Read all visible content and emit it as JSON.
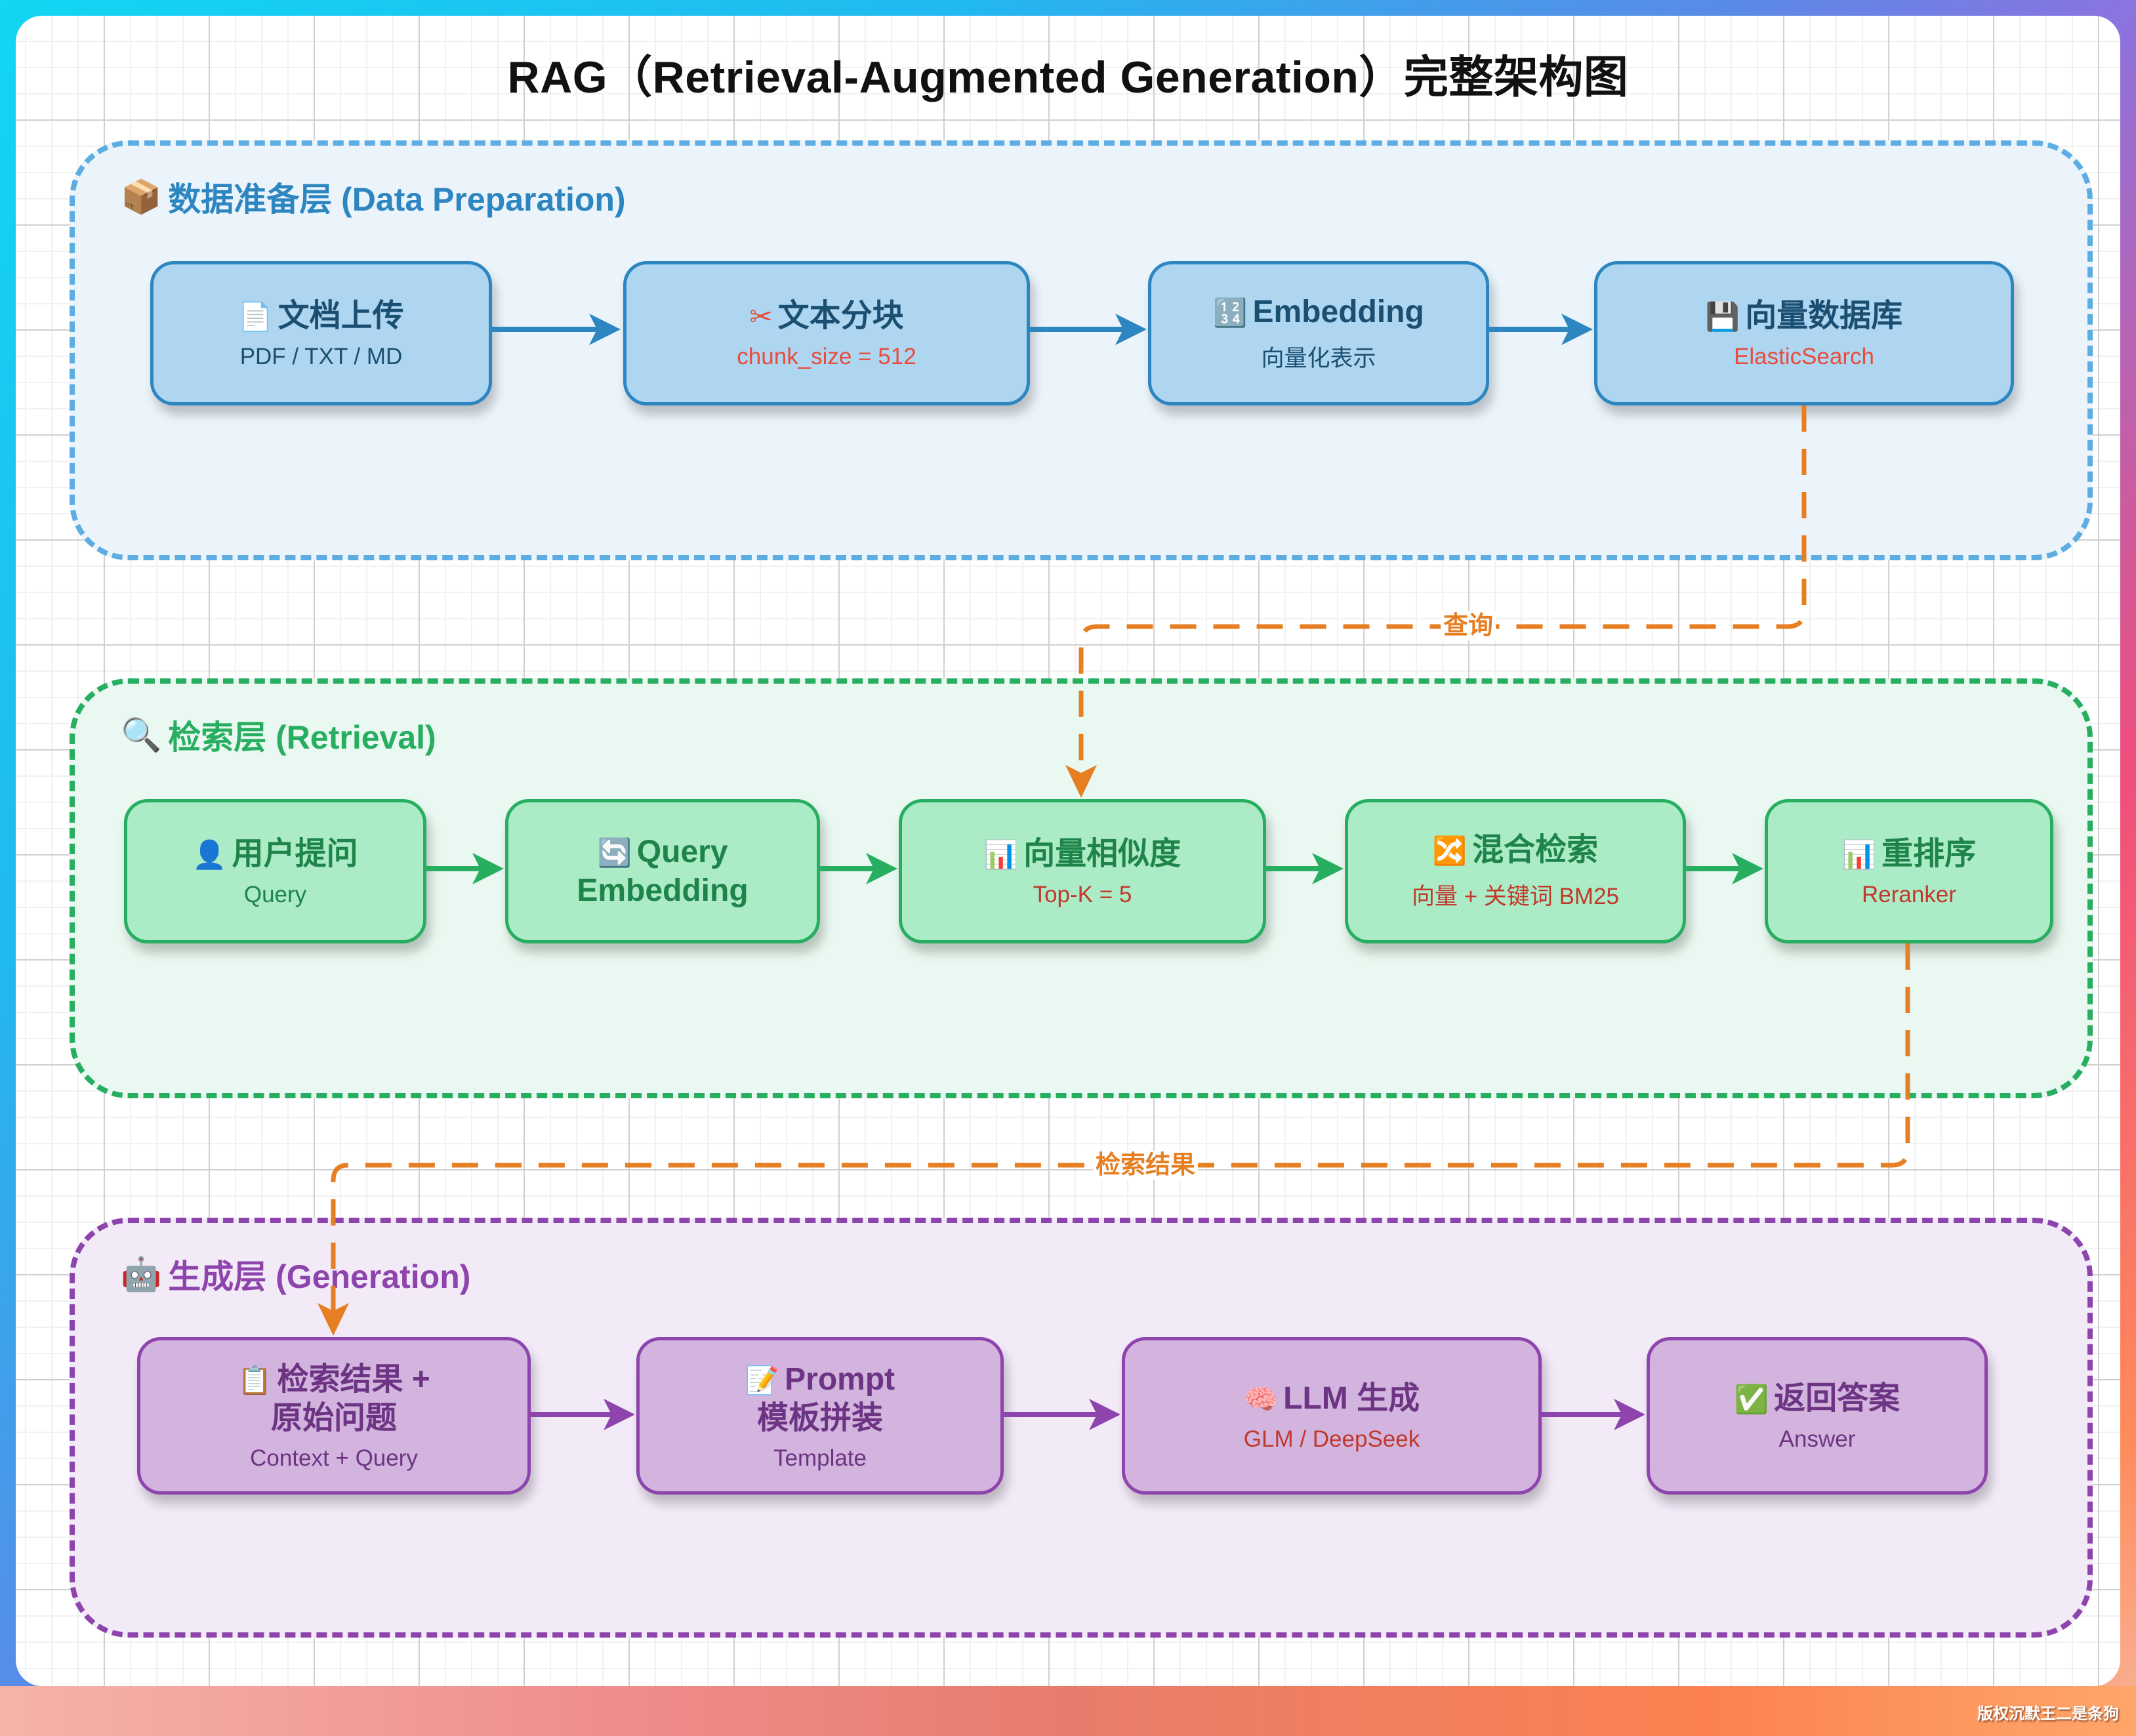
{
  "title": "RAG（Retrieval-Augmented Generation）完整架构图",
  "colors": {
    "data_prep": "#2e86c1",
    "retrieval": "#27ae60",
    "generation": "#8e44ad",
    "cross_flow": "#e67e22",
    "highlight_text": "#e74c3c"
  },
  "layers": [
    {
      "id": "data_prep",
      "icon": "package-icon",
      "icon_glyph": "📦",
      "label": "数据准备层 (Data Preparation)",
      "nodes": [
        {
          "icon": "document-icon",
          "icon_glyph": "📄",
          "title": "文档上传",
          "subtitle": "PDF / TXT / MD",
          "subtitle_highlight": false
        },
        {
          "icon": "scissors-icon",
          "icon_glyph": "✂",
          "title": "文本分块",
          "subtitle": "chunk_size = 512",
          "subtitle_highlight": true
        },
        {
          "icon": "numbers-icon",
          "icon_glyph": "🔢",
          "title": "Embedding",
          "subtitle": "向量化表示",
          "subtitle_highlight": false
        },
        {
          "icon": "floppy-disk-icon",
          "icon_glyph": "💾",
          "title": "向量数据库",
          "subtitle": "ElasticSearch",
          "subtitle_highlight": true
        }
      ]
    },
    {
      "id": "retrieval",
      "icon": "magnifier-icon",
      "icon_glyph": "🔍",
      "label": "检索层 (Retrieval)",
      "nodes": [
        {
          "icon": "user-icon",
          "icon_glyph": "👤",
          "title": "用户提问",
          "subtitle": "Query",
          "subtitle_highlight": false
        },
        {
          "icon": "refresh-icon",
          "icon_glyph": "🔄",
          "title": "Query Embedding",
          "title_lines": [
            "Query",
            "Embedding"
          ],
          "subtitle": "",
          "subtitle_highlight": false
        },
        {
          "icon": "bar-chart-icon",
          "icon_glyph": "📊",
          "title": "向量相似度",
          "subtitle": "Top-K = 5",
          "subtitle_highlight": true
        },
        {
          "icon": "shuffle-icon",
          "icon_glyph": "🔀",
          "title": "混合检索",
          "subtitle": "向量 + 关键词 BM25",
          "subtitle_highlight": true
        },
        {
          "icon": "bar-chart-icon",
          "icon_glyph": "📊",
          "title": "重排序",
          "subtitle": "Reranker",
          "subtitle_highlight": true
        }
      ]
    },
    {
      "id": "generation",
      "icon": "robot-icon",
      "icon_glyph": "🤖",
      "label": "生成层 (Generation)",
      "nodes": [
        {
          "icon": "clipboard-icon",
          "icon_glyph": "📋",
          "title": "检索结果 + 原始问题",
          "title_lines": [
            "检索结果 +",
            "原始问题"
          ],
          "subtitle": "Context + Query",
          "subtitle_highlight": false
        },
        {
          "icon": "memo-icon",
          "icon_glyph": "📝",
          "title": "Prompt 模板拼装",
          "title_lines": [
            "Prompt",
            "模板拼装"
          ],
          "subtitle": "Template",
          "subtitle_highlight": false
        },
        {
          "icon": "brain-icon",
          "icon_glyph": "🧠",
          "title": "LLM 生成",
          "subtitle": "GLM / DeepSeek",
          "subtitle_highlight": true
        },
        {
          "icon": "check-mark-icon",
          "icon_glyph": "✅",
          "title": "返回答案",
          "subtitle": "Answer",
          "subtitle_highlight": false
        }
      ]
    }
  ],
  "cross_edges": [
    {
      "from": "向量数据库",
      "to": "向量相似度",
      "label": "查询",
      "style": "dashed"
    },
    {
      "from": "重排序",
      "to": "检索结果 + 原始问题",
      "label": "检索结果",
      "style": "dashed"
    }
  ],
  "watermark": "版权沉默王二是条狗"
}
